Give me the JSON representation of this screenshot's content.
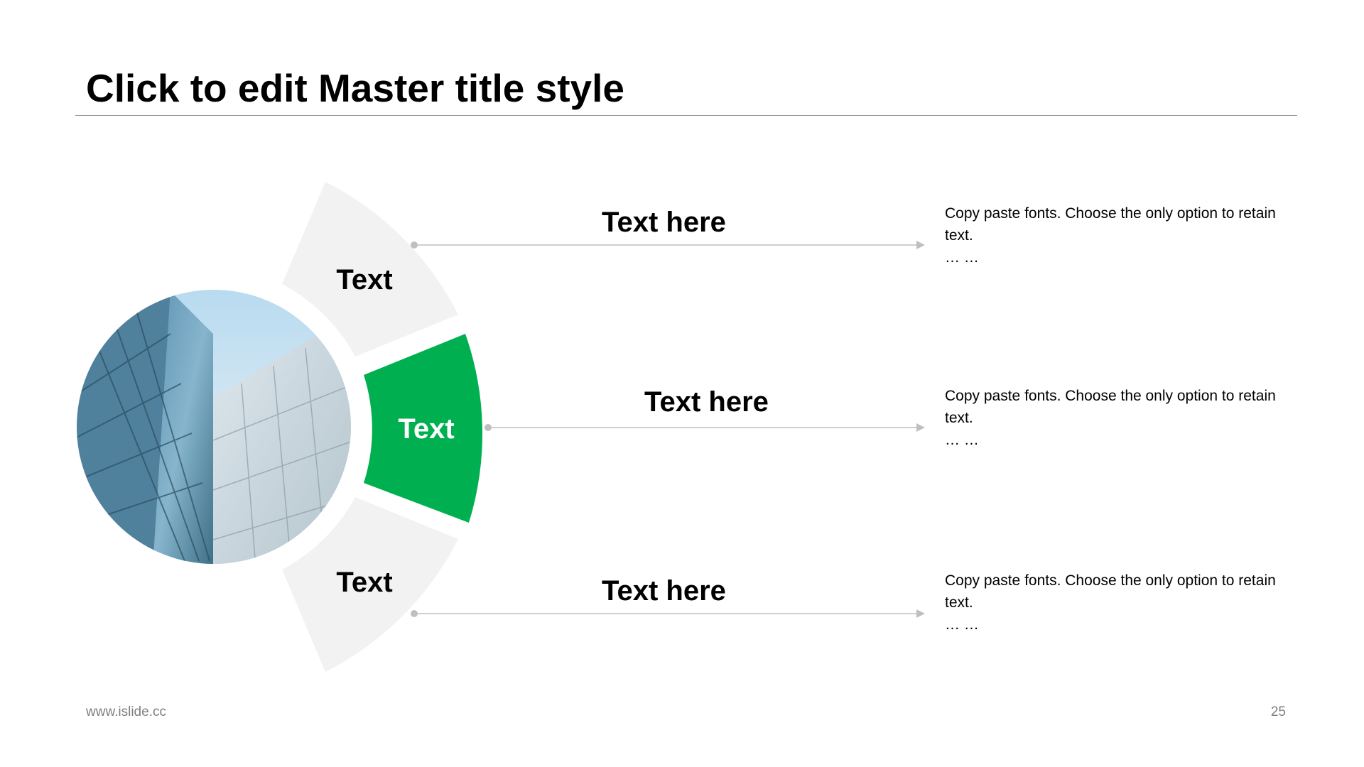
{
  "slide": {
    "title": "Click to edit Master title style",
    "footer_url": "www.islide.cc",
    "page_number": "25"
  },
  "colors": {
    "accent": "#00b050",
    "segment_gray": "#f2f2f2",
    "connector": "#bfbfbf",
    "title_rule": "#8c8c8c"
  },
  "image": {
    "description": "building-photo"
  },
  "segments": [
    {
      "label": "Text",
      "active": false
    },
    {
      "label": "Text",
      "active": true
    },
    {
      "label": "Text",
      "active": false
    }
  ],
  "items": [
    {
      "heading": "Text here",
      "body_line1": "Copy paste fonts. Choose the only option to retain text.",
      "body_line2": "… …"
    },
    {
      "heading": "Text here",
      "body_line1": "Copy paste fonts. Choose the only option to retain text.",
      "body_line2": "… …"
    },
    {
      "heading": "Text here",
      "body_line1": "Copy paste fonts. Choose the only option to retain text.",
      "body_line2": "… …"
    }
  ]
}
